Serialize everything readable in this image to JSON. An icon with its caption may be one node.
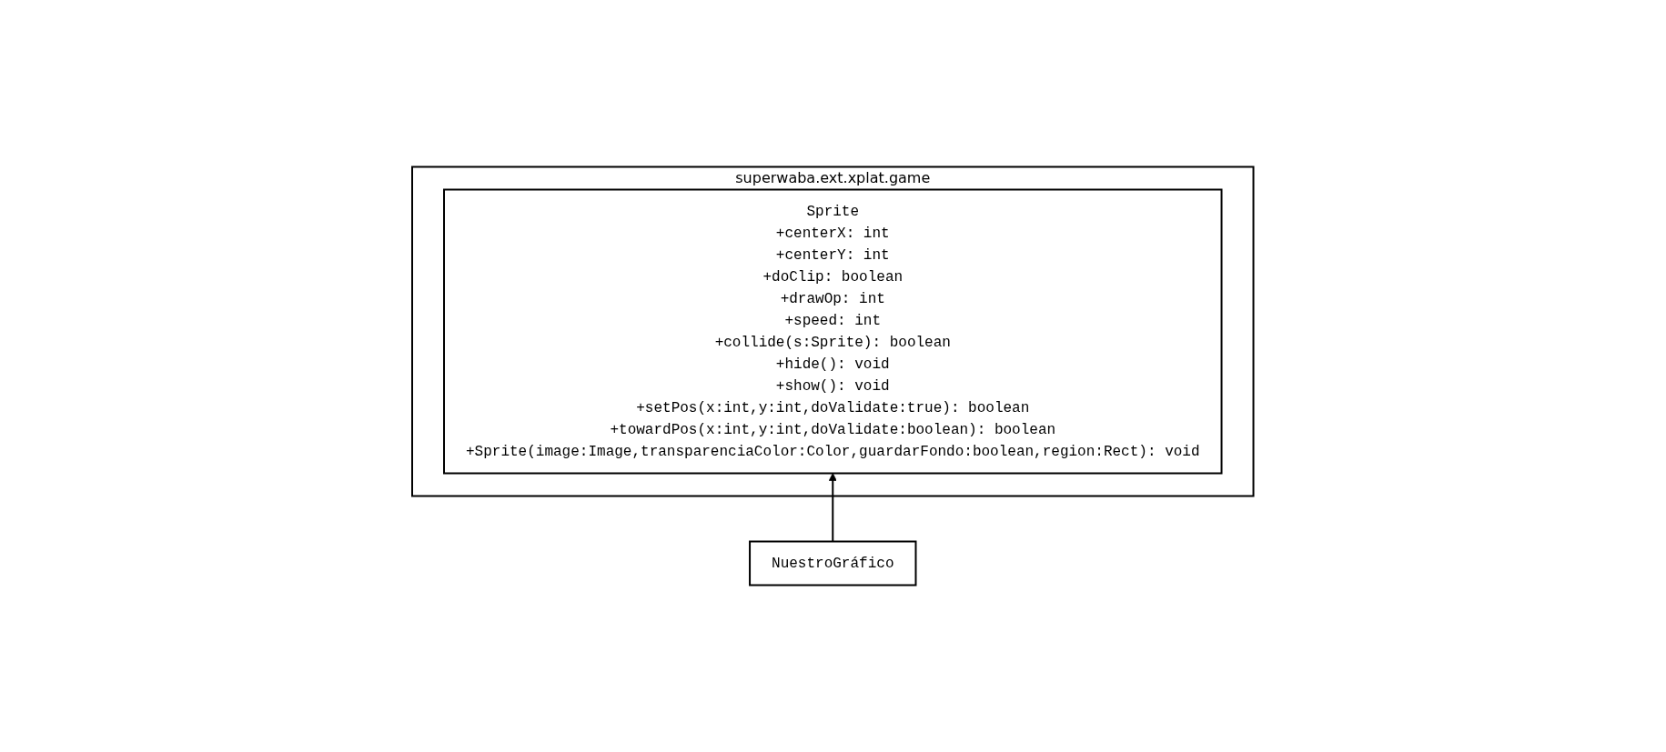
{
  "diagram": {
    "nodes": [
      {
        "text": [
          "superwaba.ext.xplat.game"
        ]
      },
      {
        "text": [
          "Sprite",
          "+centerX: int",
          "+centerY: int",
          "+doClip: boolean",
          "+drawOp: int",
          "+speed: int",
          "+collide(s:Sprite): boolean",
          "+hide(): void",
          "+show(): void",
          "+setPos(x:int,y:int,doValidate:true): boolean",
          "+towardPos(x:int,y:int,doValidate:boolean): boolean",
          "+Sprite(image:Image,transparenciaColor:Color,guardarFondo:boolean,region:Rect): void"
        ],
        "in": 0
      },
      {
        "text": [
          "NuestroGráfico"
        ]
      }
    ],
    "edges": [
      {
        "from": 2,
        "to": 1,
        "arrow": "to"
      }
    ]
  }
}
